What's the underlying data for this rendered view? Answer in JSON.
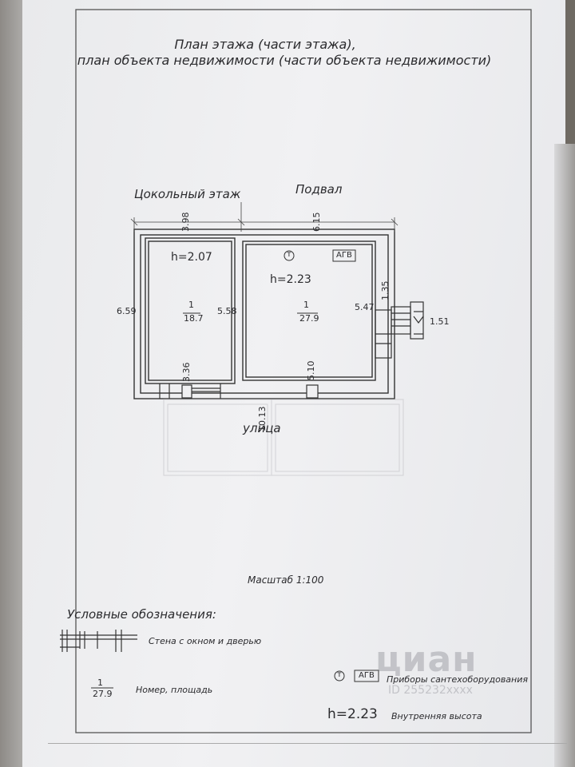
{
  "title": {
    "line1": "План этажа (части этажа),",
    "line2": "план объекта недвижимости (части объекта недвижимости)"
  },
  "floor_label": "Цокольный этаж",
  "floor_value": "Подвал",
  "dimensions": {
    "top_left": "3.98",
    "top_right": "6.15",
    "left_side": "6.59",
    "room1_width": "5.58",
    "room2_width": "5.47",
    "bottom_total": "10.13",
    "door1": "3.36",
    "door2": "5.10",
    "stair_length": "1.35",
    "stair_width": "1.51"
  },
  "rooms": [
    {
      "height": "h=2.07",
      "number": "1",
      "area": "18.7"
    },
    {
      "height": "h=2.23",
      "number": "1",
      "area": "27.9",
      "devices_code": "АГВ",
      "devices_symbol": "т"
    }
  ],
  "street_label": "улица",
  "scale": "Масштаб 1:100",
  "legend": {
    "title": "Условные обозначения:",
    "wall": "Стена с окном и дверью",
    "number_area_number": "1",
    "number_area_area": "27.9",
    "number_area_text": "Номер, площадь",
    "devices_symbol": "т",
    "devices_code": "АГВ",
    "devices_text": "Приборы сантехоборудования",
    "height_sample": "h=2.23",
    "height_text": "Внутренняя высота"
  },
  "watermark": {
    "brand": "циан",
    "id": "ID 255232xxxx"
  }
}
